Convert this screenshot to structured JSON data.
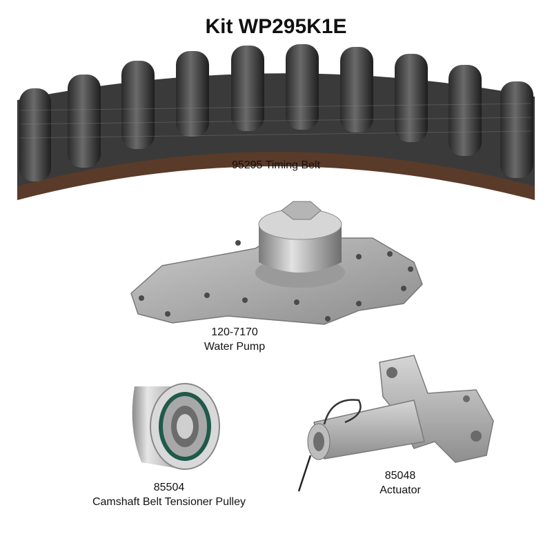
{
  "title": "Kit WP295K1E",
  "parts": {
    "timing_belt": {
      "label": "95295 Timing Belt"
    },
    "water_pump": {
      "number": "120-7170",
      "name": "Water Pump"
    },
    "pulley": {
      "number": "85504",
      "name": "Camshaft Belt Tensioner Pulley"
    },
    "actuator": {
      "number": "85048",
      "name": "Actuator"
    }
  }
}
